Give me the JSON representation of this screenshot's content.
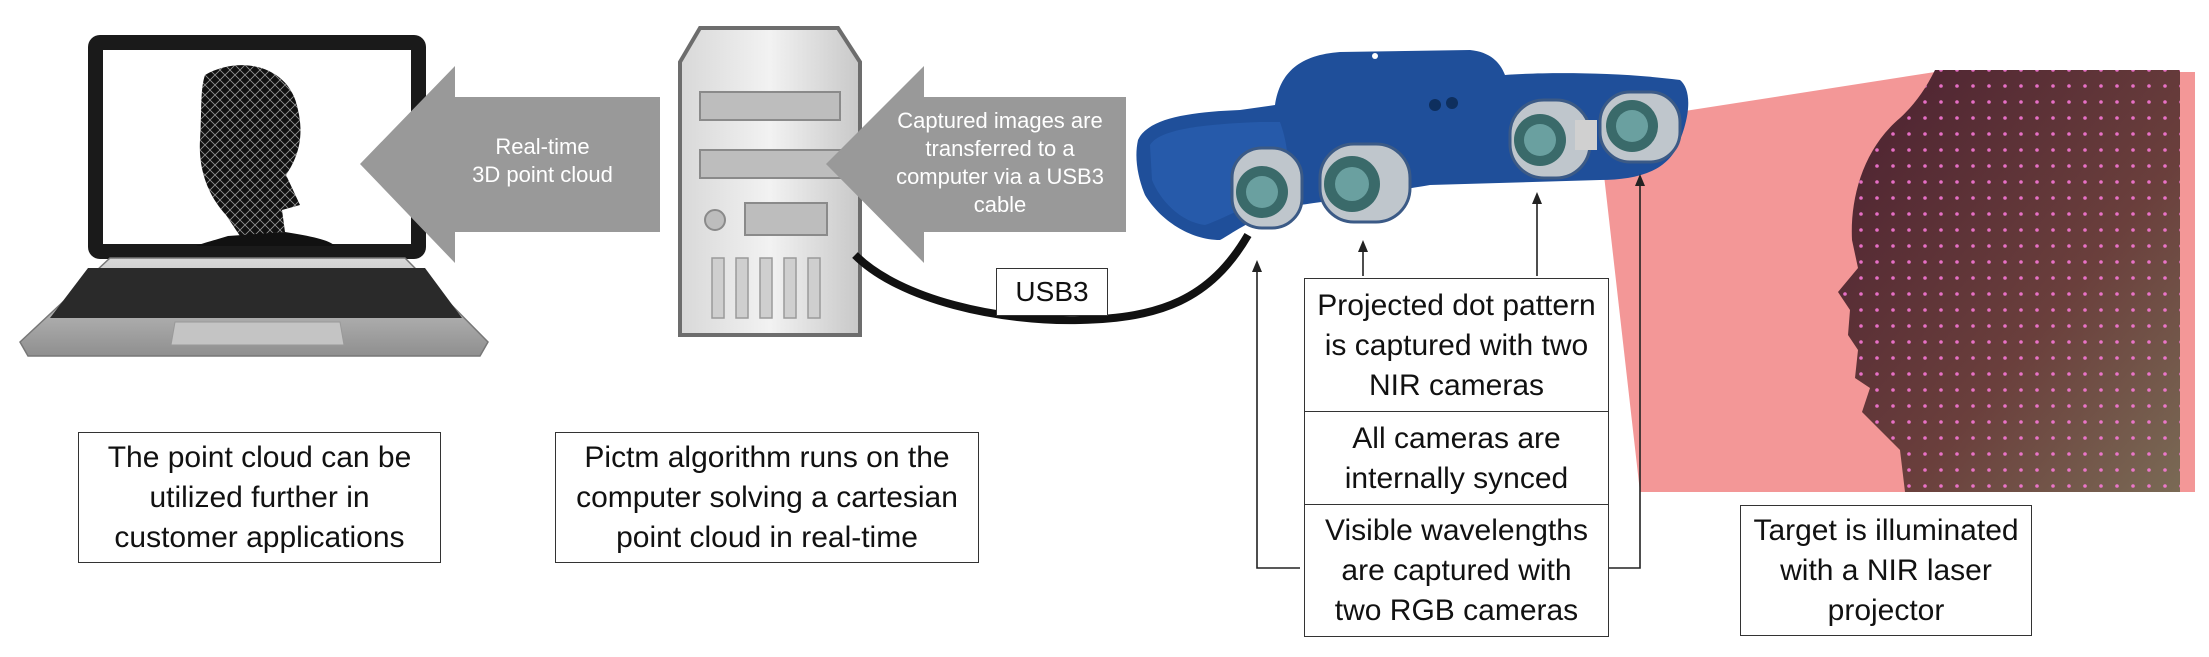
{
  "arrows": {
    "to_laptop": "Real-time\n3D point cloud",
    "to_computer": "Captured images are\ntransferred to a\ncomputer via a USB3\ncable"
  },
  "cable_label": "USB3",
  "captions": {
    "laptop": "The point cloud can be\nutilized further in\ncustomer applications",
    "computer": "Pictm algorithm runs on the\ncomputer solving a cartesian\npoint cloud in real-time",
    "nir_cameras": "Projected dot pattern\nis captured with two\nNIR cameras",
    "sync": "All cameras are\ninternally synced",
    "rgb_cameras": "Visible wavelengths\nare captured with\ntwo RGB cameras",
    "target": "Target is illuminated\nwith a NIR laser\nprojector"
  },
  "colors": {
    "arrow_fill": "#999999",
    "camera_body": "#1f4f9a",
    "laser": "#f08080",
    "face": "#5a3a3a",
    "dots": "#ff6fd0"
  },
  "icons": [
    "laptop-icon",
    "computer-tower-icon",
    "stereo-camera-icon",
    "face-target-image"
  ]
}
